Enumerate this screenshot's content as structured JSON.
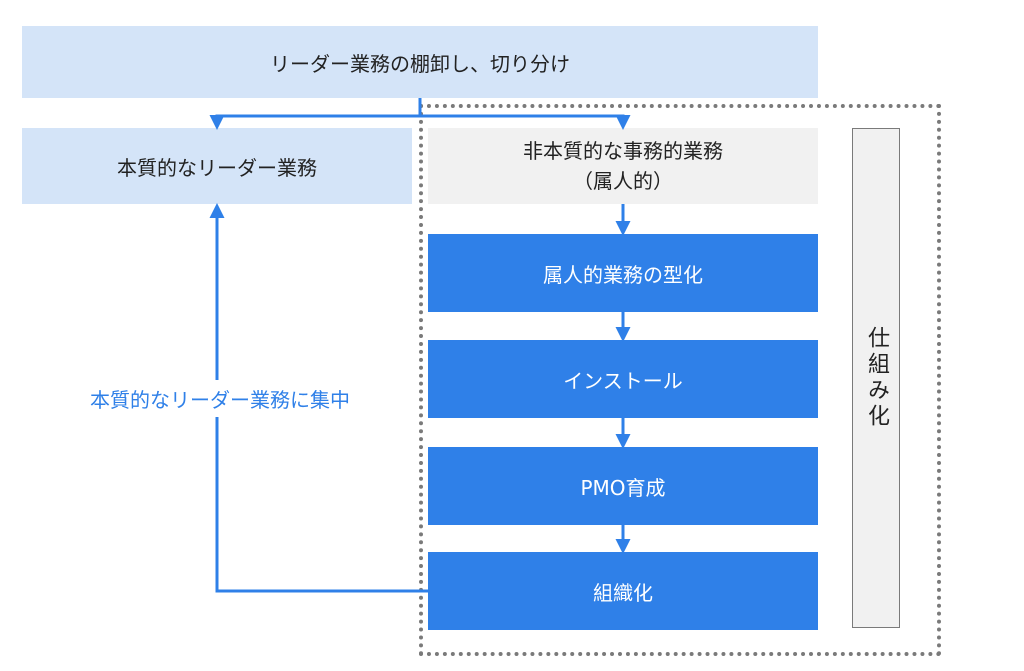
{
  "top_box": {
    "label": "リーダー業務の棚卸し、切り分け"
  },
  "essential_box": {
    "label": "本質的なリーダー業務"
  },
  "nonessential_box": {
    "line1": "非本質的な事務的業務",
    "line2": "（属人的）"
  },
  "steps": [
    {
      "label": "属人的業務の型化"
    },
    {
      "label": "インストール"
    },
    {
      "label": "PMO育成"
    },
    {
      "label": "組織化"
    }
  ],
  "side_label": "仕組み化",
  "focus_label": "本質的なリーダー業務に集中",
  "colors": {
    "light_blue": "#d4e4f8",
    "blue": "#2f80e8",
    "grey_box": "#f1f1f1",
    "dotted_border": "#7a7a7a"
  }
}
